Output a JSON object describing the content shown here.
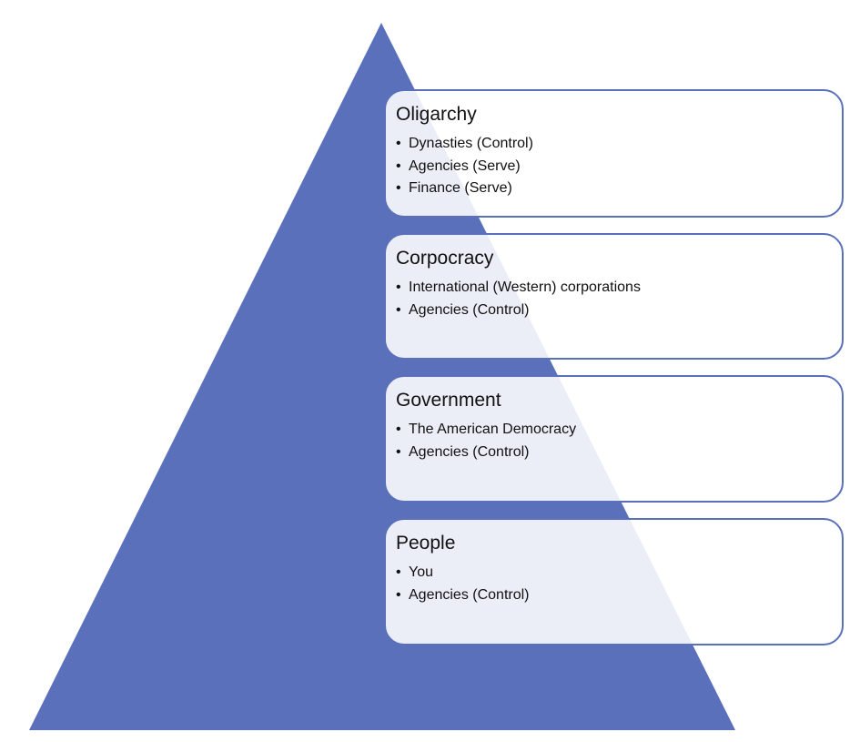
{
  "diagram": {
    "type": "pyramid",
    "colors": {
      "pyramid_fill": "#5a70bb",
      "box_border": "#5a70bb",
      "box_fill": "#ffffff",
      "text": "#111111"
    },
    "levels": [
      {
        "title": "Oligarchy",
        "items": [
          "Dynasties (Control)",
          "Agencies (Serve)",
          "Finance (Serve)"
        ]
      },
      {
        "title": "Corpocracy",
        "items": [
          "International (Western) corporations",
          "Agencies (Control)"
        ]
      },
      {
        "title": "Government",
        "items": [
          "The American Democracy",
          "Agencies (Control)"
        ]
      },
      {
        "title": "People",
        "items": [
          "You",
          "Agencies (Control)"
        ]
      }
    ],
    "bullet_glyph": "•"
  }
}
